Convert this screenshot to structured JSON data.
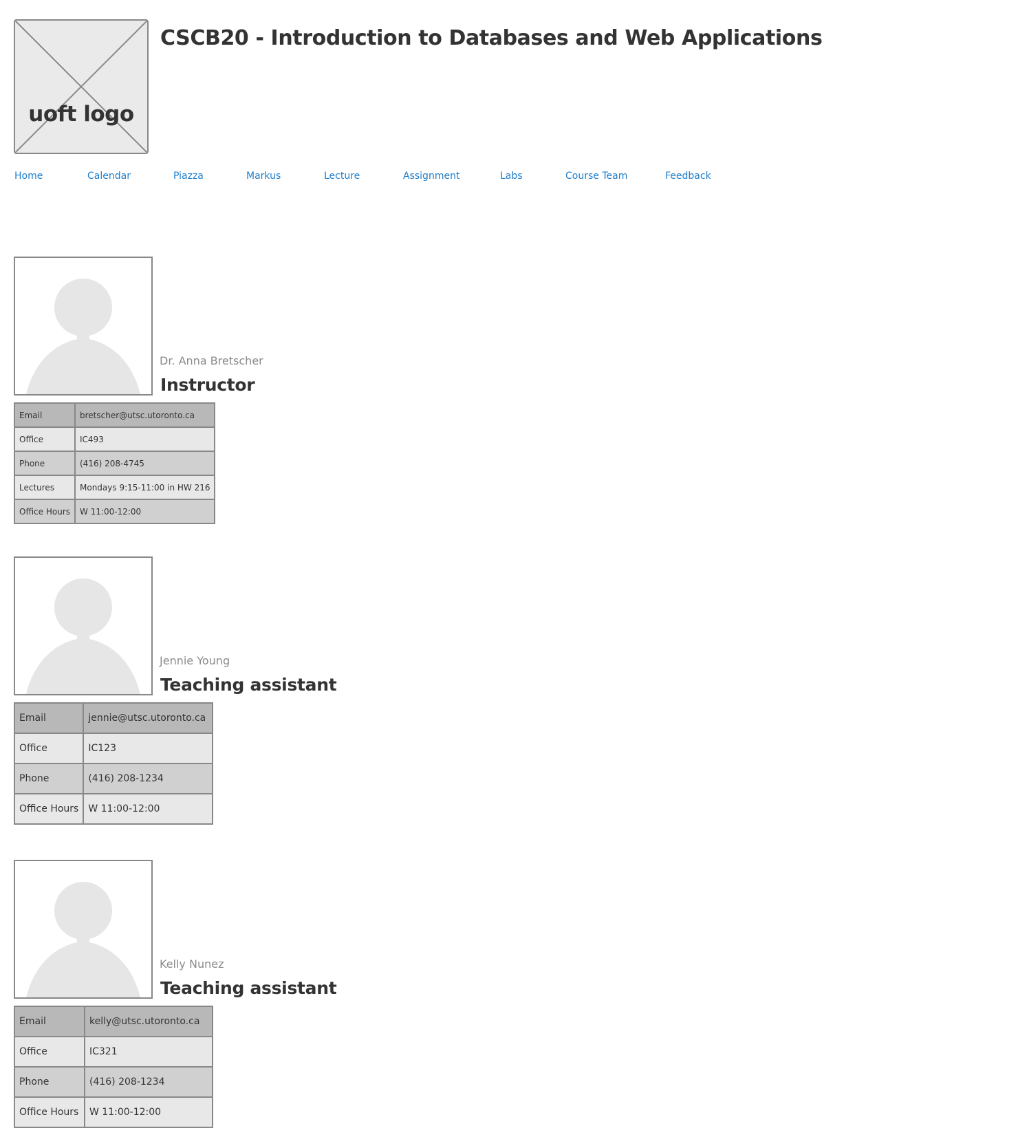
{
  "header": {
    "logo_text": "uoft logo",
    "title": "CSCB20 - Introduction to Databases and Web Applications"
  },
  "nav": {
    "items": [
      {
        "label": "Home"
      },
      {
        "label": "Calendar"
      },
      {
        "label": "Piazza"
      },
      {
        "label": "Markus"
      },
      {
        "label": "Lecture"
      },
      {
        "label": "Assignment"
      },
      {
        "label": "Labs"
      },
      {
        "label": "Course Team"
      },
      {
        "label": "Feedback"
      }
    ]
  },
  "team": [
    {
      "name": "Dr. Anna Bretscher",
      "role": "Instructor",
      "rows": [
        {
          "label": "Email",
          "value": "bretscher@utsc.utoronto.ca"
        },
        {
          "label": "Office",
          "value": "IC493"
        },
        {
          "label": "Phone",
          "value": "(416) 208-4745"
        },
        {
          "label": "Lectures",
          "value": "Mondays 9:15-11:00 in HW 216"
        },
        {
          "label": "Office Hours",
          "value": "W 11:00-12:00"
        }
      ]
    },
    {
      "name": "Jennie Young",
      "role": "Teaching assistant",
      "rows": [
        {
          "label": "Email",
          "value": "jennie@utsc.utoronto.ca"
        },
        {
          "label": "Office",
          "value": "IC123"
        },
        {
          "label": "Phone",
          "value": "(416) 208-1234"
        },
        {
          "label": "Office Hours",
          "value": "W 11:00-12:00"
        }
      ]
    },
    {
      "name": "Kelly Nunez",
      "role": "Teaching assistant",
      "rows": [
        {
          "label": "Email",
          "value": "kelly@utsc.utoronto.ca"
        },
        {
          "label": "Office",
          "value": "IC321"
        },
        {
          "label": "Phone",
          "value": "(416) 208-1234"
        },
        {
          "label": "Office Hours",
          "value": "W 11:00-12:00"
        }
      ]
    }
  ],
  "colors": {
    "link": "#1f7ecb",
    "text": "#333333",
    "muted": "#8a8a8a",
    "border": "#888888",
    "placeholder": "#eaeaea"
  }
}
